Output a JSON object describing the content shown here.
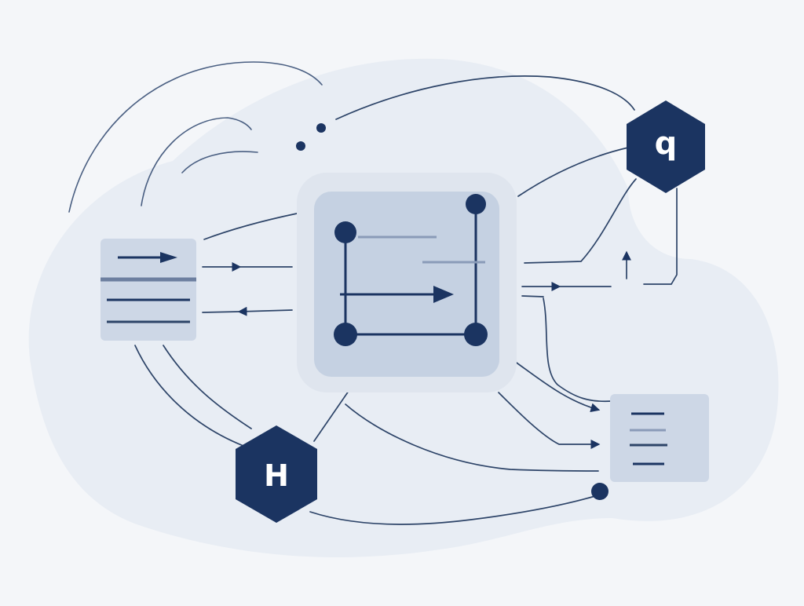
{
  "diagram": {
    "colors": {
      "background": "#f4f6f9",
      "blob": "#e8edf4",
      "panel_outer": "#dfe5ee",
      "panel_inner": "#c5d1e2",
      "card": "#cdd7e6",
      "ink": "#1b3461",
      "line": "#2d4468",
      "light_line": "#8a9bb8"
    },
    "nodes": [
      {
        "id": "hub",
        "kind": "panel",
        "icon": "node-graph-icon"
      },
      {
        "id": "left-card",
        "kind": "card",
        "icon": "list-with-arrow-icon"
      },
      {
        "id": "right-card",
        "kind": "card",
        "icon": "text-lines-icon"
      },
      {
        "id": "hex-q",
        "kind": "hexagon",
        "icon": "q-letter-icon",
        "letter": "q"
      },
      {
        "id": "hex-h",
        "kind": "hexagon",
        "icon": "h-letter-icon",
        "letter": "H"
      }
    ],
    "connections": [
      {
        "from": "left-card",
        "to": "hub",
        "direction": "to-hub"
      },
      {
        "from": "hub",
        "to": "left-card",
        "direction": "to-card"
      },
      {
        "from": "hub",
        "to": "hex-q",
        "direction": "to-hex"
      },
      {
        "from": "hub",
        "to": "right-card",
        "direction": "to-card"
      },
      {
        "from": "hub",
        "to": "hex-h",
        "direction": "to-hex"
      },
      {
        "from": "hex-h",
        "to": "right-card",
        "direction": "to-card"
      }
    ]
  }
}
